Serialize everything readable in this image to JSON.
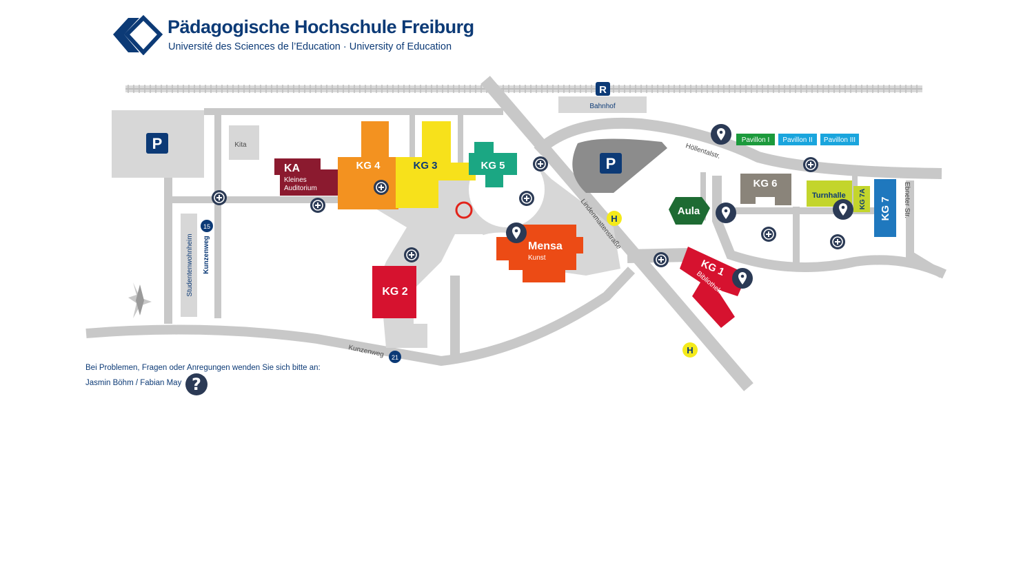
{
  "header": {
    "title": "Pädagogische Hochschule Freiburg",
    "subtitle": "Université des Sciences de l’Education · University of Education"
  },
  "colors": {
    "brand": "#0c3a76",
    "road": "#c8c8c8",
    "building_grey": "#d7d7d7",
    "marker": "#2b3a55",
    "KA": "#8b1a2f",
    "KG4": "#f39220",
    "KG3": "#f7e11b",
    "KG5": "#1ba783",
    "Mensa": "#ec4b15",
    "KG2": "#d6122f",
    "KG1": "#d6122f",
    "Aula": "#1e6b33",
    "KG6": "#8a847a",
    "Turnhalle": "#c3d52c",
    "KG7": "#1f78be",
    "Pavillon_I": "#1c9a3c",
    "Pavillon_II": "#1aa5dd",
    "Pavillon_III": "#1aa5dd",
    "bus_stop": "#f4ea1b"
  },
  "map": {
    "station": {
      "icon_letter": "R",
      "label": "Bahnhof"
    },
    "parking_letter": "P",
    "kita": "Kita",
    "ka": {
      "title": "KA",
      "sub1": "Kleines",
      "sub2": "Auditorium"
    },
    "kg4": "KG 4",
    "kg3": "KG 3",
    "kg5": "KG 5",
    "mensa": {
      "title": "Mensa",
      "sub": "Kunst"
    },
    "kg2": "KG 2",
    "kg1": {
      "title": "KG 1",
      "sub": "Bibliothek"
    },
    "aula": "Aula",
    "kg6": "KG 6",
    "turnhalle": "Turnhalle",
    "kg7a": "KG 7A",
    "kg7": "KG 7",
    "pavillons": [
      "Pavillon I",
      "Pavillon II",
      "Pavillon III"
    ],
    "streets": {
      "hoellental": "Höllentalstr.",
      "lindenmatten": "Lindenmattenstraße",
      "ebneter": "Ebneter Str.",
      "kunzenweg_bottom": "Kunzenweg",
      "kunzenweg_side": "Kunzenweg"
    },
    "house_numbers": {
      "kunzenweg_15": "15",
      "kunzenweg_21": "21"
    },
    "studentenwohnheim": "Studentenwohnheim",
    "bus_stop_letter": "H",
    "icons": {
      "first_aid": "first-aid-icon",
      "location": "location-pin-icon",
      "compass": "compass-icon",
      "help": "help-icon",
      "assembly_point": "assembly-point-icon"
    }
  },
  "contact": {
    "text": "Bei Problemen, Fragen oder Anregungen wenden Sie sich bitte an:",
    "names": "Jasmin Böhm / Fabian May",
    "help_symbol": "?"
  }
}
